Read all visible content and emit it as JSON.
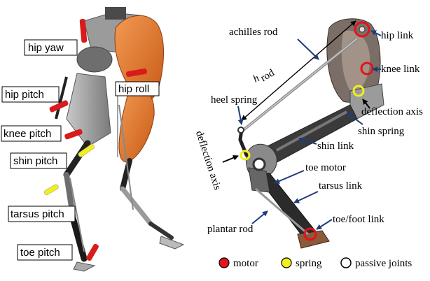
{
  "left_panel": {
    "labels": {
      "hip_yaw": "hip yaw",
      "hip_pitch": "hip pitch",
      "hip_roll": "hip roll",
      "knee_pitch": "knee pitch",
      "shin_pitch": "shin pitch",
      "tarsus_pitch": "tarsus pitch",
      "toe_pitch": "toe pitch"
    }
  },
  "right_panel": {
    "labels": {
      "achilles_rod": "achilles rod",
      "hip_link": "hip link",
      "knee_link": "knee link",
      "h_rod_main": "h",
      "h_rod_sub": "rod",
      "heel_spring": "heel spring",
      "deflection_axis_top": "deflection axis",
      "shin_spring": "shin spring",
      "shin_link": "shin link",
      "deflection_axis_side": "deflection axis",
      "toe_motor": "toe motor",
      "tarsus_link": "tarsus link",
      "toe_foot_link": "toe/foot link",
      "plantar_rod": "plantar rod"
    },
    "legend": {
      "motor": "motor",
      "spring": "spring",
      "passive": "passive joints"
    }
  },
  "colors": {
    "motor": "#e3121b",
    "spring": "#f2ee1b",
    "passive": "#ffffff",
    "arrow": "#1f3c78",
    "shell_orange": "#e8782c",
    "leg_gray": "#8a8a8a",
    "leg_dark": "#2a2a2a"
  }
}
